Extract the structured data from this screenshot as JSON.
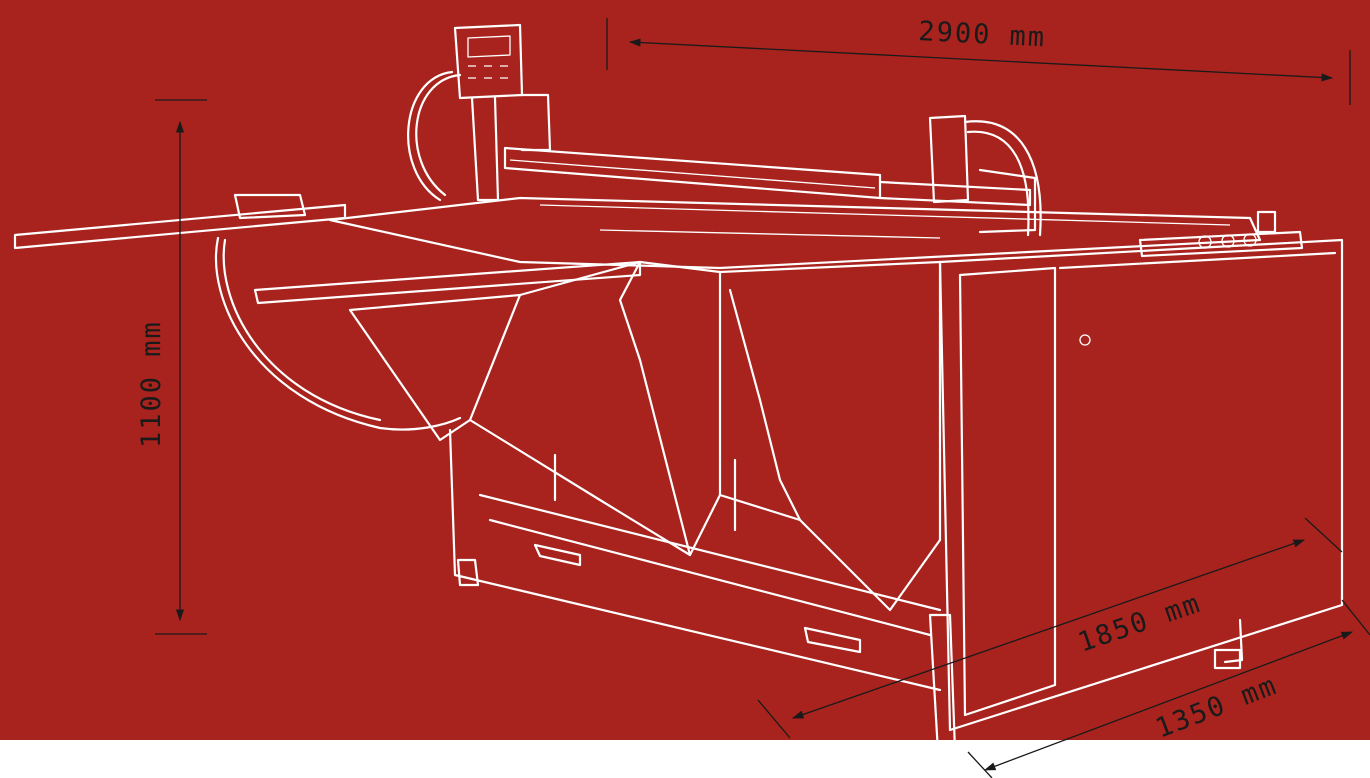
{
  "colors": {
    "background_band": "#a8231d",
    "page_background": "#ffffff",
    "machine_outline": "#ffffff",
    "dimension_ink": "#1a1a1a"
  },
  "dimensions": {
    "length": "2900 mm",
    "height": "1100 mm",
    "diagonal": "1850 mm",
    "depth": "1350 mm"
  }
}
